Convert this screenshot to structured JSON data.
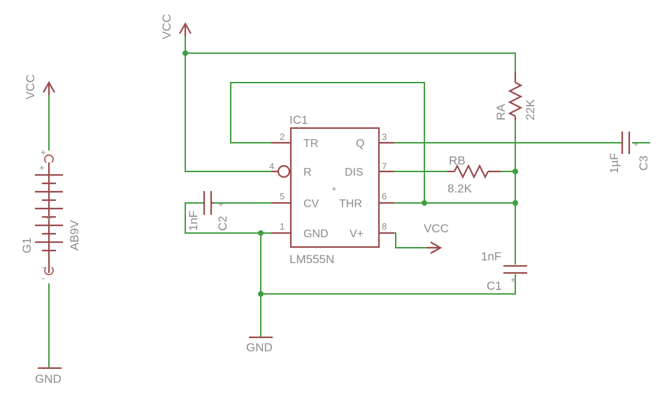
{
  "power": {
    "vcc_left": "VCC",
    "vcc_top": "VCC",
    "vcc_right": "VCC",
    "gnd_left": "GND",
    "gnd_mid": "GND"
  },
  "battery": {
    "name": "G1",
    "value": "AB9V",
    "plus": "+",
    "minus": "-"
  },
  "ic": {
    "name": "IC1",
    "part": "LM555N",
    "center_mark": "+",
    "left_pins": [
      {
        "num": "2",
        "label": "TR"
      },
      {
        "num": "4",
        "label": "R"
      },
      {
        "num": "5",
        "label": "CV"
      },
      {
        "num": "1",
        "label": "GND"
      }
    ],
    "right_pins": [
      {
        "num": "3",
        "label": "Q"
      },
      {
        "num": "7",
        "label": "DIS"
      },
      {
        "num": "6",
        "label": "THR"
      },
      {
        "num": "8",
        "label": "V+"
      }
    ]
  },
  "resistors": {
    "ra": {
      "name": "RA",
      "value": "22K"
    },
    "rb": {
      "name": "RB",
      "value": "8.2K"
    }
  },
  "capacitors": {
    "c1": {
      "name": "C1",
      "value": "1nF"
    },
    "c2": {
      "name": "C2",
      "value": "1nF"
    },
    "c3": {
      "name": "C3",
      "value": "1µF"
    }
  }
}
